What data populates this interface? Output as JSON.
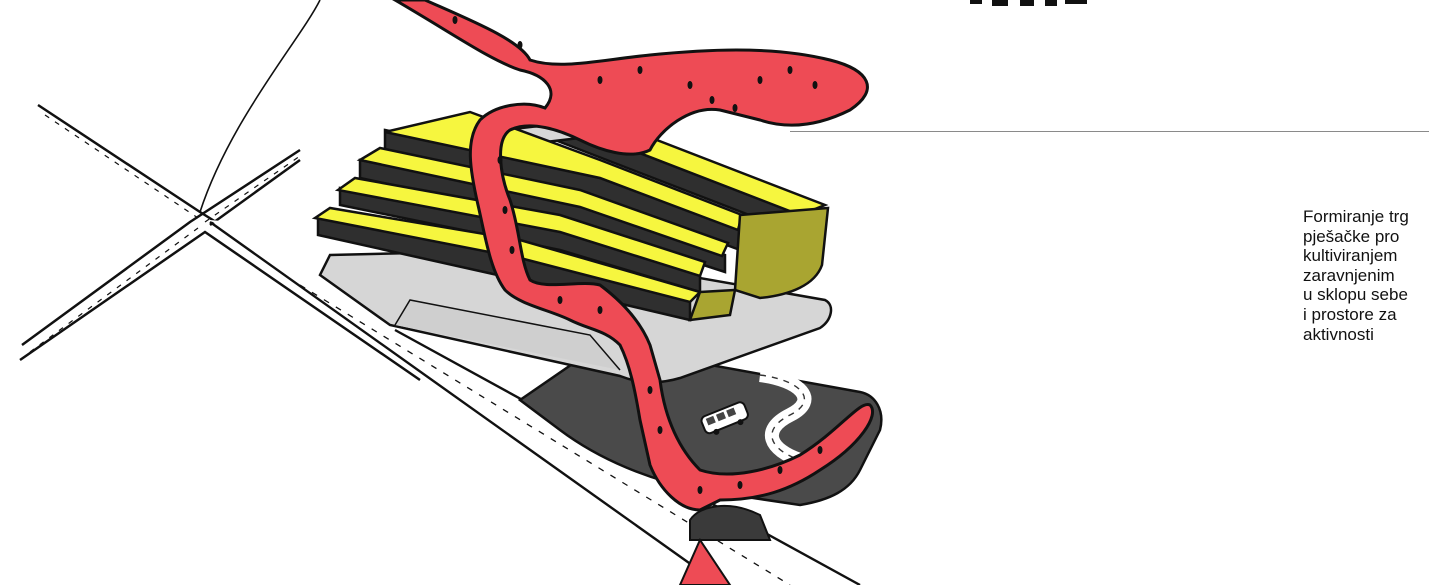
{
  "colors": {
    "path": "#ee4b55",
    "roof": "#f6f63f",
    "roof_side": "#a9a531",
    "terrace_dark": "#2f2f2f",
    "plaza": "#d6d6d6",
    "asphalt": "#4a4a4a",
    "line": "#111111",
    "leader_line": "#8a8a8a"
  },
  "caption": {
    "lines": [
      "Formiranje trg",
      "pješačke pro",
      "kultiviranjem",
      "zaravnjenim",
      "u sklopu sebe",
      "i prostore za",
      "aktivnosti"
    ]
  },
  "icons": {
    "bus": "bus-icon",
    "corner_glyph": "scribble-icon"
  }
}
